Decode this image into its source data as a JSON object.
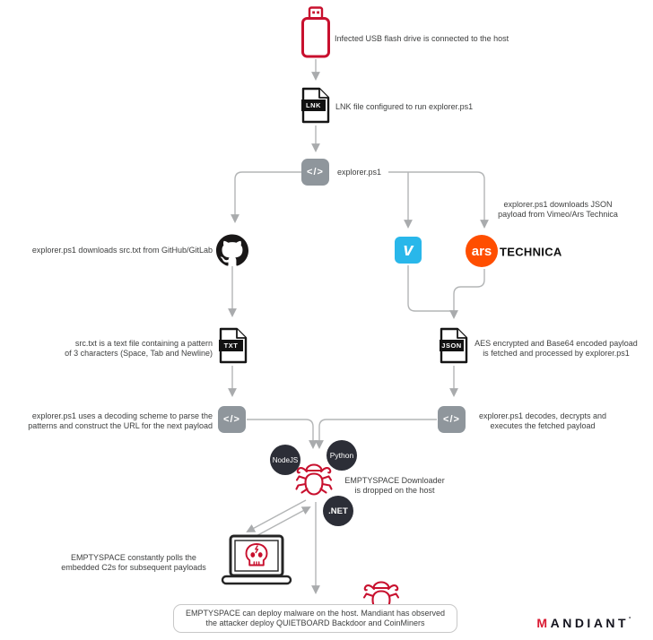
{
  "colors": {
    "accent_red": "#c8102e",
    "line_gray": "#b3b5b6",
    "codebox_gray": "#8f969c",
    "dark_circle": "#2c2e37",
    "vimeo_blue": "#29b7ea",
    "ars_orange": "#ff4e00",
    "text": "#3f4040",
    "mandiant_red": "#da1a32"
  },
  "glyphs": {
    "code": "</>",
    "vimeo_v": "v"
  },
  "flow": {
    "usb_label": "Infected USB flash drive is connected to the host",
    "lnk_badge": "LNK",
    "lnk_label": "LNK file configured to run explorer.ps1",
    "explorer_label": "explorer.ps1",
    "github_label": "explorer.ps1 downloads src.txt from GitHub/GitLab",
    "vimeo_ars_caption_line1": "explorer.ps1 downloads JSON",
    "vimeo_ars_caption_line2": "payload from Vimeo/Ars Technica",
    "ars_badge": "ars",
    "ars_wordmark": "TECHNICA",
    "txt_badge": "TXT",
    "txt_line1": "src.txt is a text file containing a pattern",
    "txt_line2": "of 3 characters (Space, Tab and Newline)",
    "json_badge": "JSON",
    "json_line1": "AES encrypted and Base64 encoded payload",
    "json_line2": "is fetched and processed by explorer.ps1",
    "decode_left_line1": "explorer.ps1 uses a decoding scheme to parse the",
    "decode_left_line2": "patterns and construct the URL for the next payload",
    "decode_right_line1": "explorer.ps1 decodes, decrypts and",
    "decode_right_line2": "executes the fetched payload",
    "runtimes": {
      "nodejs": "NodeJS",
      "python": "Python",
      "dotnet": ".NET"
    },
    "emptyspace_line1": "EMPTYSPACE Downloader",
    "emptyspace_line2": "is dropped on the host",
    "c2_line1": "EMPTYSPACE constantly polls the",
    "c2_line2": "embedded C2s for subsequent payloads",
    "deploy_line1": "EMPTYSPACE can deploy malware on the host. Mandiant has observed",
    "deploy_line2": "the attacker deploy QUIETBOARD Backdoor and CoinMiners"
  },
  "footer": {
    "logo_m": "M",
    "logo_rest": "ANDIANT",
    "logo_tick": "'"
  }
}
